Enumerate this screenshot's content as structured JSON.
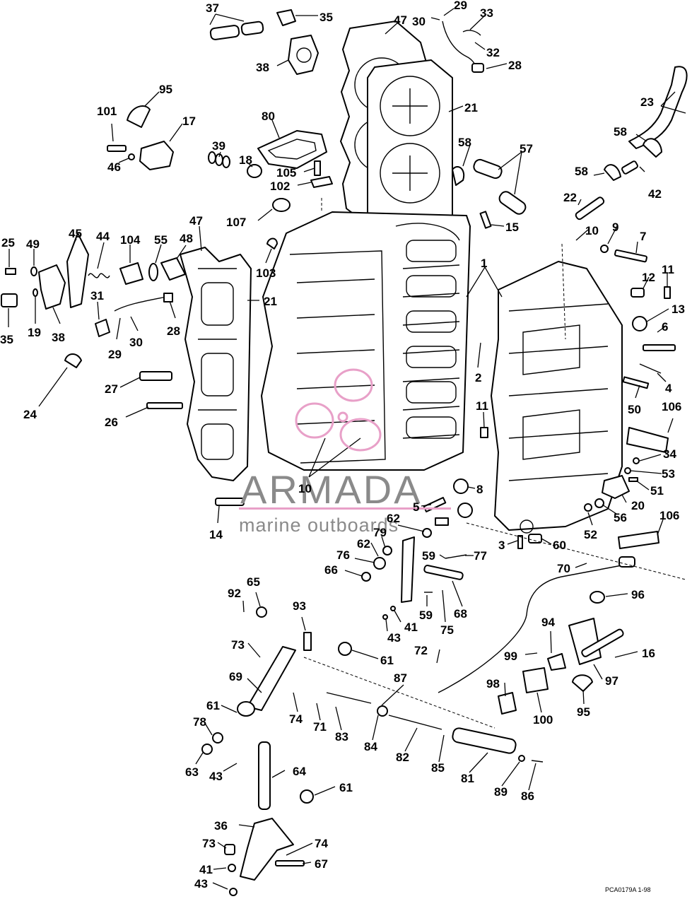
{
  "diagram": {
    "callouts": [
      {
        "id": "c37",
        "text": "37"
      },
      {
        "id": "c35a",
        "text": "35"
      },
      {
        "id": "c47a",
        "text": "47"
      },
      {
        "id": "c29a",
        "text": "29"
      },
      {
        "id": "c33",
        "text": "33"
      },
      {
        "id": "c30a",
        "text": "30"
      },
      {
        "id": "c32",
        "text": "32"
      },
      {
        "id": "c28a",
        "text": "28"
      },
      {
        "id": "c38a",
        "text": "38"
      },
      {
        "id": "c21a",
        "text": "21"
      },
      {
        "id": "c95a",
        "text": "95"
      },
      {
        "id": "c101",
        "text": "101"
      },
      {
        "id": "c17",
        "text": "17"
      },
      {
        "id": "c46",
        "text": "46"
      },
      {
        "id": "c80",
        "text": "80"
      },
      {
        "id": "c23",
        "text": "23"
      },
      {
        "id": "c58a",
        "text": "58"
      },
      {
        "id": "c58b",
        "text": "58"
      },
      {
        "id": "c57",
        "text": "57"
      },
      {
        "id": "c39",
        "text": "39"
      },
      {
        "id": "c18",
        "text": "18"
      },
      {
        "id": "c105",
        "text": "105"
      },
      {
        "id": "c102",
        "text": "102"
      },
      {
        "id": "c58c",
        "text": "58"
      },
      {
        "id": "c42",
        "text": "42"
      },
      {
        "id": "c22",
        "text": "22"
      },
      {
        "id": "c107",
        "text": "107"
      },
      {
        "id": "c15",
        "text": "15"
      },
      {
        "id": "c10a",
        "text": "10"
      },
      {
        "id": "c9",
        "text": "9"
      },
      {
        "id": "c7",
        "text": "7"
      },
      {
        "id": "c25",
        "text": "25"
      },
      {
        "id": "c49",
        "text": "49"
      },
      {
        "id": "c45",
        "text": "45"
      },
      {
        "id": "c44",
        "text": "44"
      },
      {
        "id": "c104",
        "text": "104"
      },
      {
        "id": "c55",
        "text": "55"
      },
      {
        "id": "c48",
        "text": "48"
      },
      {
        "id": "c47b",
        "text": "47"
      },
      {
        "id": "c103",
        "text": "103"
      },
      {
        "id": "c1",
        "text": "1"
      },
      {
        "id": "c11a",
        "text": "11"
      },
      {
        "id": "c12",
        "text": "12"
      },
      {
        "id": "c13",
        "text": "13"
      },
      {
        "id": "c21b",
        "text": "21"
      },
      {
        "id": "c31",
        "text": "31"
      },
      {
        "id": "c35b",
        "text": "35"
      },
      {
        "id": "c19",
        "text": "19"
      },
      {
        "id": "c38b",
        "text": "38"
      },
      {
        "id": "c28b",
        "text": "28"
      },
      {
        "id": "c29b",
        "text": "29"
      },
      {
        "id": "c30b",
        "text": "30"
      },
      {
        "id": "c6",
        "text": "6"
      },
      {
        "id": "c2",
        "text": "2"
      },
      {
        "id": "c4",
        "text": "4"
      },
      {
        "id": "c24",
        "text": "24"
      },
      {
        "id": "c27",
        "text": "27"
      },
      {
        "id": "c26",
        "text": "26"
      },
      {
        "id": "c11b",
        "text": "11"
      },
      {
        "id": "c50",
        "text": "50"
      },
      {
        "id": "c106a",
        "text": "106"
      },
      {
        "id": "c34",
        "text": "34"
      },
      {
        "id": "c53",
        "text": "53"
      },
      {
        "id": "c51",
        "text": "51"
      },
      {
        "id": "c8",
        "text": "8"
      },
      {
        "id": "c10b",
        "text": "10"
      },
      {
        "id": "c5",
        "text": "5"
      },
      {
        "id": "c20",
        "text": "20"
      },
      {
        "id": "c56",
        "text": "56"
      },
      {
        "id": "c106b",
        "text": "106"
      },
      {
        "id": "c14",
        "text": "14"
      },
      {
        "id": "c62a",
        "text": "62"
      },
      {
        "id": "c79",
        "text": "79"
      },
      {
        "id": "c62b",
        "text": "62"
      },
      {
        "id": "c52",
        "text": "52"
      },
      {
        "id": "c60",
        "text": "60"
      },
      {
        "id": "c76",
        "text": "76"
      },
      {
        "id": "c66",
        "text": "66"
      },
      {
        "id": "c59a",
        "text": "59"
      },
      {
        "id": "c77",
        "text": "77"
      },
      {
        "id": "c3",
        "text": "3"
      },
      {
        "id": "c70",
        "text": "70"
      },
      {
        "id": "c92",
        "text": "92"
      },
      {
        "id": "c65",
        "text": "65"
      },
      {
        "id": "c96",
        "text": "96"
      },
      {
        "id": "c59b",
        "text": "59"
      },
      {
        "id": "c68",
        "text": "68"
      },
      {
        "id": "c93",
        "text": "93"
      },
      {
        "id": "c41a",
        "text": "41"
      },
      {
        "id": "c75",
        "text": "75"
      },
      {
        "id": "c94",
        "text": "94"
      },
      {
        "id": "c43a",
        "text": "43"
      },
      {
        "id": "c73a",
        "text": "73"
      },
      {
        "id": "c72",
        "text": "72"
      },
      {
        "id": "c61a",
        "text": "61"
      },
      {
        "id": "c99",
        "text": "99"
      },
      {
        "id": "c16",
        "text": "16"
      },
      {
        "id": "c69",
        "text": "69"
      },
      {
        "id": "c87",
        "text": "87"
      },
      {
        "id": "c98",
        "text": "98"
      },
      {
        "id": "c97",
        "text": "97"
      },
      {
        "id": "c61b",
        "text": "61"
      },
      {
        "id": "c74a",
        "text": "74"
      },
      {
        "id": "c71",
        "text": "71"
      },
      {
        "id": "c95b",
        "text": "95"
      },
      {
        "id": "c78",
        "text": "78"
      },
      {
        "id": "c83",
        "text": "83"
      },
      {
        "id": "c84",
        "text": "84"
      },
      {
        "id": "c100",
        "text": "100"
      },
      {
        "id": "c82",
        "text": "82"
      },
      {
        "id": "c63",
        "text": "63"
      },
      {
        "id": "c85",
        "text": "85"
      },
      {
        "id": "c81",
        "text": "81"
      },
      {
        "id": "c43b",
        "text": "43"
      },
      {
        "id": "c64",
        "text": "64"
      },
      {
        "id": "c89",
        "text": "89"
      },
      {
        "id": "c86",
        "text": "86"
      },
      {
        "id": "c61c",
        "text": "61"
      },
      {
        "id": "c36",
        "text": "36"
      },
      {
        "id": "c74b",
        "text": "74"
      },
      {
        "id": "c73b",
        "text": "73"
      },
      {
        "id": "c67",
        "text": "67"
      },
      {
        "id": "c41b",
        "text": "41"
      },
      {
        "id": "c43c",
        "text": "43"
      }
    ],
    "drawing_code": "PCA0179A   1-98"
  },
  "watermark": {
    "brand": "ARMADA",
    "tagline": "marine outboards",
    "accent_color": "#e8a0c8"
  }
}
